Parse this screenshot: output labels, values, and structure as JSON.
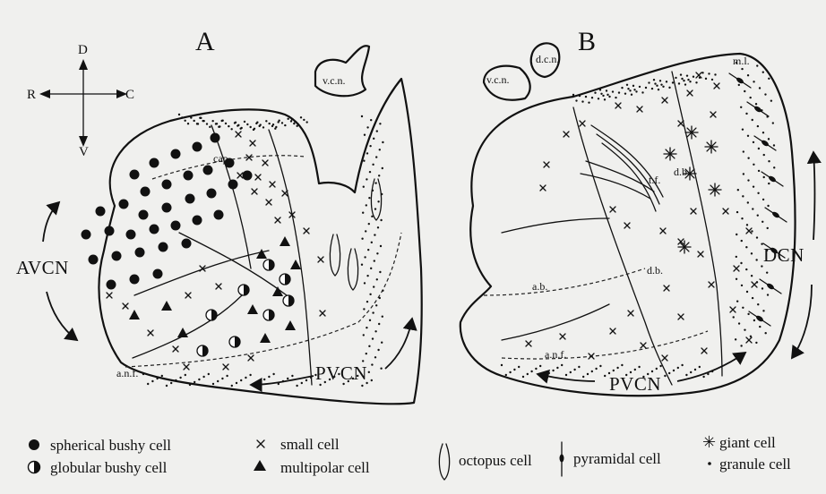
{
  "panels": {
    "a": {
      "letter": "A",
      "axes": {
        "dorsal": "D",
        "rostral": "R",
        "caudal": "C",
        "ventral": "V"
      },
      "labels": {
        "vcn": "v.c.n.",
        "cap": "cap",
        "anf": "a.n.f.",
        "avcn": "AVCN",
        "pvcn": "PVCN"
      }
    },
    "b": {
      "letter": "B",
      "labels": {
        "dcn_small": "d.c.n.",
        "vcn": "v.c.n.",
        "ml": "m.l.",
        "tf": "t.f.",
        "db1": "d.b.",
        "db2": "d.b.",
        "ab": "a.b.",
        "anf": "a.n.f.",
        "dcn": "DCN",
        "pvcn": "PVCN"
      }
    }
  },
  "legend": [
    {
      "symbol": "filled-circle",
      "label": "spherical bushy cell"
    },
    {
      "symbol": "half-circle",
      "label": "globular bushy cell"
    },
    {
      "symbol": "cross",
      "label": "small cell"
    },
    {
      "symbol": "triangle",
      "label": "multipolar cell"
    },
    {
      "symbol": "octopus",
      "label": "octopus cell"
    },
    {
      "symbol": "pyramidal",
      "label": "pyramidal cell"
    },
    {
      "symbol": "asterisk",
      "label": "giant cell"
    },
    {
      "symbol": "small-dot",
      "label": "granule cell"
    }
  ]
}
